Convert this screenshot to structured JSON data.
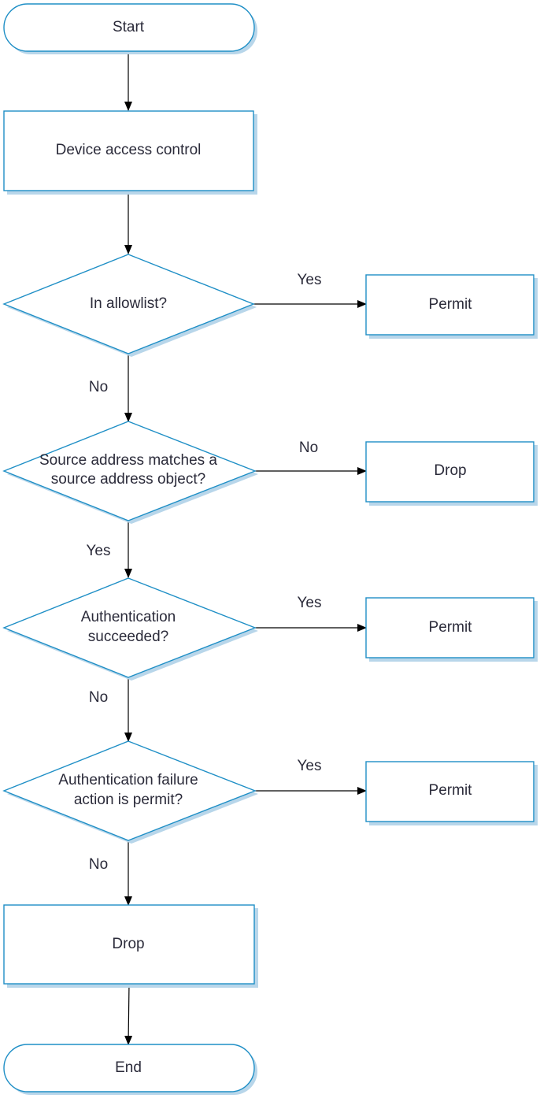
{
  "nodes": {
    "start": "Start",
    "device_access_control": "Device access control",
    "in_allowlist": "In allowlist?",
    "permit_allowlist": "Permit",
    "source_match": [
      "Source address matches a",
      "source address object?"
    ],
    "drop_source": "Drop",
    "auth_succeeded": [
      "Authentication",
      "succeeded?"
    ],
    "permit_auth": "Permit",
    "auth_failure_action": [
      "Authentication failure",
      "action is permit?"
    ],
    "permit_failure_action": "Permit",
    "drop_final": "Drop",
    "end": "End"
  },
  "edges": {
    "allowlist_yes": "Yes",
    "allowlist_no": "No",
    "source_no": "No",
    "source_yes": "Yes",
    "auth_yes": "Yes",
    "auth_no": "No",
    "failure_yes": "Yes",
    "failure_no": "No"
  }
}
